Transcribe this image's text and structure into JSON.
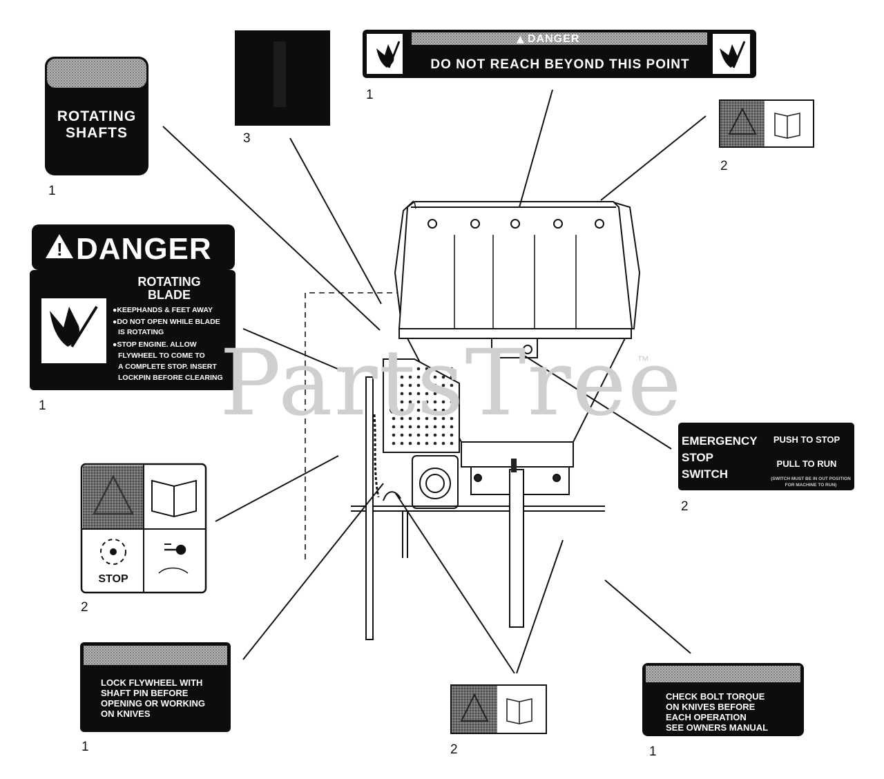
{
  "watermark": {
    "text": "PartsTree",
    "tm": "™"
  },
  "decals": {
    "rotating_shafts": {
      "line1": "ROTATING",
      "line2": "SHAFTS",
      "callout": "1"
    },
    "blank_decal": {
      "callout": "3"
    },
    "danger_reach": {
      "header": "DANGER",
      "text": "DO NOT REACH BEYOND THIS POINT",
      "callout": "1"
    },
    "small_icon_top": {
      "callout": "2"
    },
    "danger_blade": {
      "header": "DANGER",
      "title1": "ROTATING",
      "title2": "BLADE",
      "bullets": [
        "●KEEPHANDS & FEET AWAY",
        "●DO NOT OPEN WHILE BLADE",
        "  IS ROTATING",
        "●STOP ENGINE. ALLOW",
        "  FLYWHEEL TO COME TO",
        "  A COMPLETE STOP. INSERT",
        "  LOCKPIN BEFORE CLEARING"
      ],
      "callout": "1"
    },
    "emergency_stop": {
      "left": [
        "EMERGENCY",
        "STOP",
        "SWITCH"
      ],
      "push": "PUSH TO STOP",
      "pull": "PULL TO RUN",
      "fine1": "(SWITCH MUST BE IN OUT POSITION",
      "fine2": "FOR MACHINE TO RUN)",
      "callout": "2"
    },
    "four_panel": {
      "stop_label": "STOP",
      "callout": "2"
    },
    "caution_lock": {
      "lines": [
        "LOCK FLYWHEEL WITH",
        "SHAFT PIN BEFORE",
        "OPENING OR WORKING",
        "ON KNIVES"
      ],
      "callout": "1"
    },
    "small_icon_bottom": {
      "callout": "2"
    },
    "bolt_torque": {
      "lines": [
        "CHECK BOLT TORQUE",
        "ON KNIVES BEFORE",
        "EACH OPERATION",
        "SEE OWNERS MANUAL"
      ],
      "callout": "1"
    }
  },
  "colors": {
    "decal_black": "#0d0d0d",
    "grey_band": "#9a9a9a",
    "watermark": "#cfcfcf"
  }
}
